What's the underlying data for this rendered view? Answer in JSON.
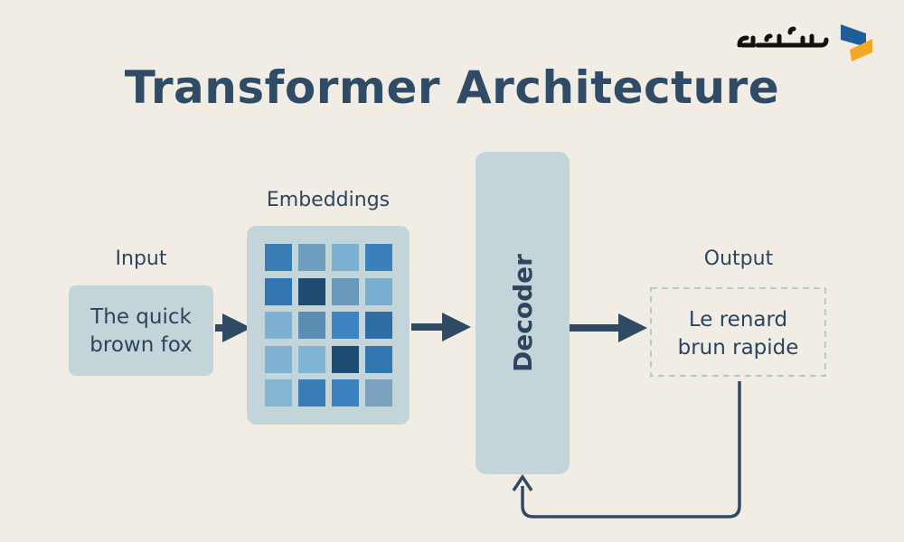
{
  "logo": {
    "text": "سون لرن",
    "colors": [
      "#1f5e9a",
      "#f5a623"
    ]
  },
  "title": "Transformer Architecture",
  "input": {
    "label": "Input",
    "line1": "The quick",
    "line2": "brown fox"
  },
  "embeddings": {
    "label": "Embeddings",
    "cells": [
      [
        "#3a7db5",
        "#6f9fbe",
        "#7ab0d2",
        "#3b80bb"
      ],
      [
        "#3276b1",
        "#1f4b70",
        "#6a98bb",
        "#7aaed0"
      ],
      [
        "#7eb0d2",
        "#5a8db3",
        "#3d84c0",
        "#2e6ca3"
      ],
      [
        "#80b2d3",
        "#80b4d4",
        "#1e4b72",
        "#3277b0"
      ],
      [
        "#86b5d2",
        "#3a7cb5",
        "#3c82bf",
        "#7aa2be"
      ]
    ]
  },
  "decoder": {
    "label": "Decoder"
  },
  "output": {
    "label": "Output",
    "line1": "Le renard",
    "line2": "brun rapide"
  },
  "colors": {
    "arrow": "#2f4a62",
    "box": "#c4d5d9",
    "background": "#f2ede4"
  }
}
